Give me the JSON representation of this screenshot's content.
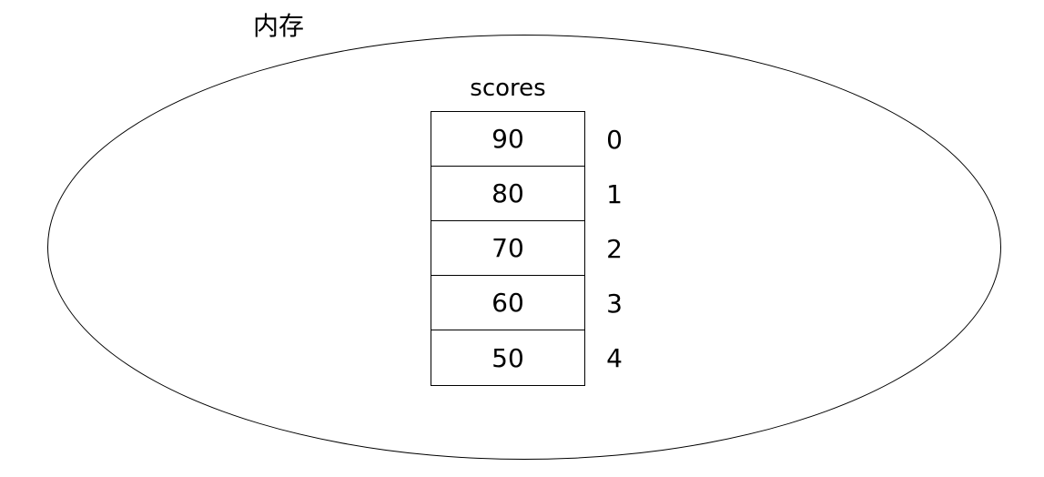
{
  "diagram": {
    "memory_label": "内存",
    "array_name": "scores",
    "cells": [
      {
        "value": "90",
        "index": "0"
      },
      {
        "value": "80",
        "index": "1"
      },
      {
        "value": "70",
        "index": "2"
      },
      {
        "value": "60",
        "index": "3"
      },
      {
        "value": "50",
        "index": "4"
      }
    ],
    "colors": {
      "stroke": "#000000",
      "background": "#ffffff",
      "text": "#000000"
    }
  }
}
